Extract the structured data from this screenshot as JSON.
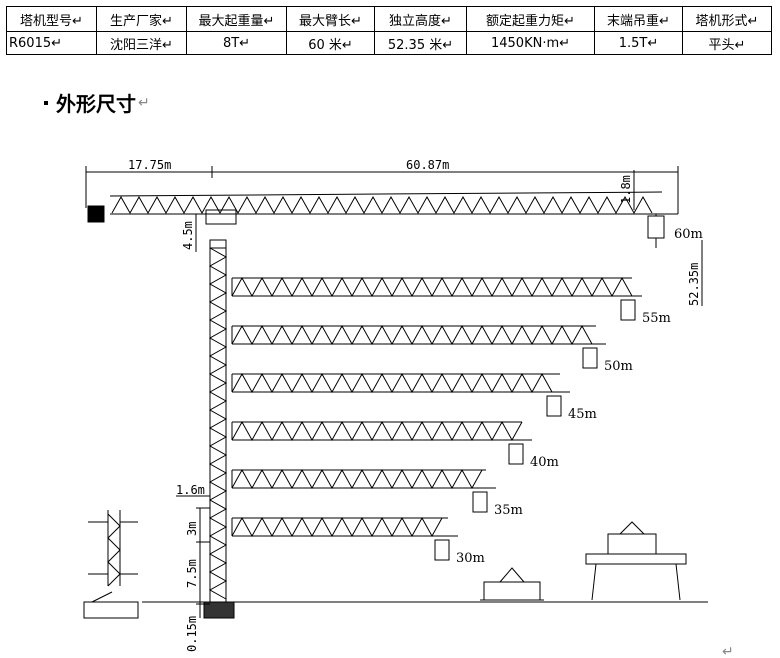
{
  "spec_table": {
    "headers": [
      "塔机型号↵",
      "生产厂家↵",
      "最大起重量↵",
      "最大臂长↵",
      "独立高度↵",
      "额定起重力矩↵",
      "末端吊重↵",
      "塔机形式↵"
    ],
    "values": [
      "R6015↵",
      "沈阳三洋↵",
      "8T↵",
      "60 米↵",
      "52.35 米↵",
      "1450KN·m↵",
      "1.5T↵",
      "平头↵"
    ]
  },
  "section": {
    "title": "外形尺寸",
    "mark": "↵"
  },
  "drawing": {
    "dim_counter_jib": "17.75m",
    "dim_jib": "60.87m",
    "dim_top_height": "1.8m",
    "dim_head": "4.5m",
    "dim_independent_height": "52.35m",
    "dim_1_6": "1.6m",
    "dim_3": "3m",
    "dim_7_5": "7.5m",
    "dim_0_15": "0.15m",
    "jib_lengths": [
      "60m",
      "55m",
      "50m",
      "45m",
      "40m",
      "35m",
      "30m"
    ],
    "bottom_mark": "↵"
  }
}
